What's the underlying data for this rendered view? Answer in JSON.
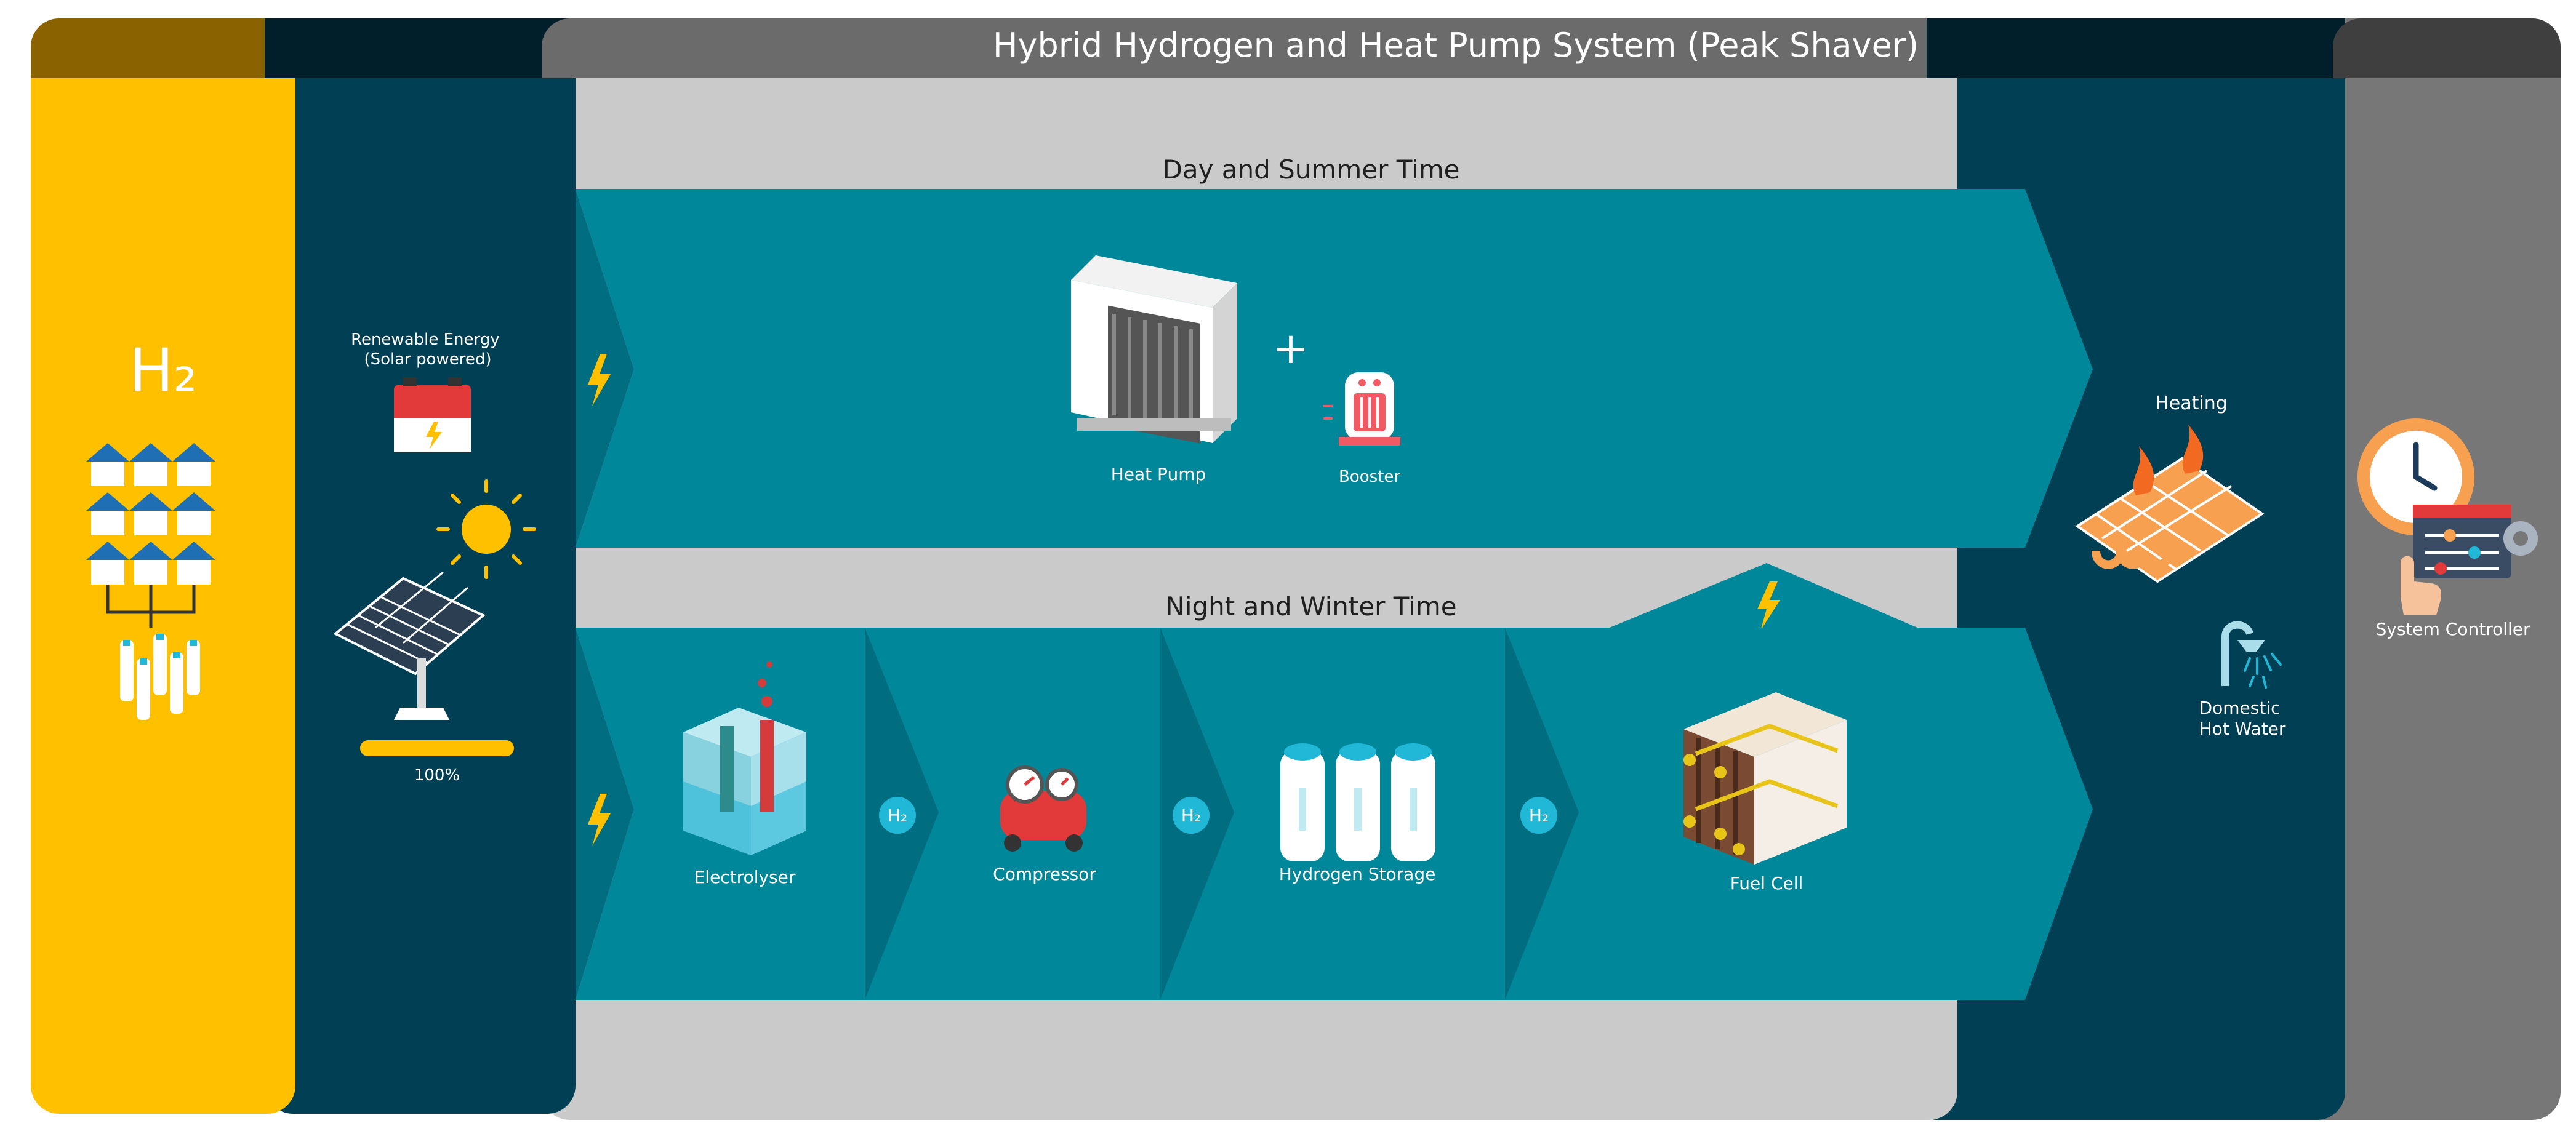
{
  "title": "Hybrid Hydrogen and Heat Pump System (Peak Shaver)",
  "colors": {
    "yellow": "#FFC000",
    "navy": "#003F54",
    "teal": "#00889A",
    "light_gray": "#CACACA",
    "dark_gray": "#777777",
    "header_gray": "#6B6B6B",
    "accent_cyan": "#21B7D7"
  },
  "left_panel": {
    "h2_label": "H₂",
    "icons": [
      "houses-grid-icon",
      "hydrogen-cylinders-icon"
    ]
  },
  "sources": {
    "renewable_label": "Renewable Energy\n(Solar powered)",
    "progress_label": "100%",
    "progress_value": 1.0,
    "icons": [
      "battery-icon",
      "sun-icon",
      "solar-panel-icon"
    ]
  },
  "day_path": {
    "label": "Day and Summer Time",
    "items": [
      {
        "label": "Heat Pump",
        "icon": "heat-pump-icon"
      },
      {
        "label": "Booster",
        "icon": "heater-booster-icon"
      }
    ],
    "plus": "+"
  },
  "night_path": {
    "label": "Night and Winter Time",
    "connector_label": "H₂",
    "items": [
      {
        "label": "Electrolyser",
        "icon": "electrolyser-icon"
      },
      {
        "label": "Compressor",
        "icon": "compressor-icon"
      },
      {
        "label": "Hydrogen Storage",
        "icon": "hydrogen-tanks-icon"
      },
      {
        "label": "Fuel Cell",
        "icon": "fuel-cell-icon"
      }
    ]
  },
  "outputs": {
    "heating_label": "Heating",
    "dhw_label": "Domestic\nHot Water",
    "icons": [
      "floor-heating-icon",
      "shower-icon"
    ]
  },
  "controller": {
    "label": "System Controller",
    "icons": [
      "clock-icon",
      "control-panel-icon"
    ]
  }
}
